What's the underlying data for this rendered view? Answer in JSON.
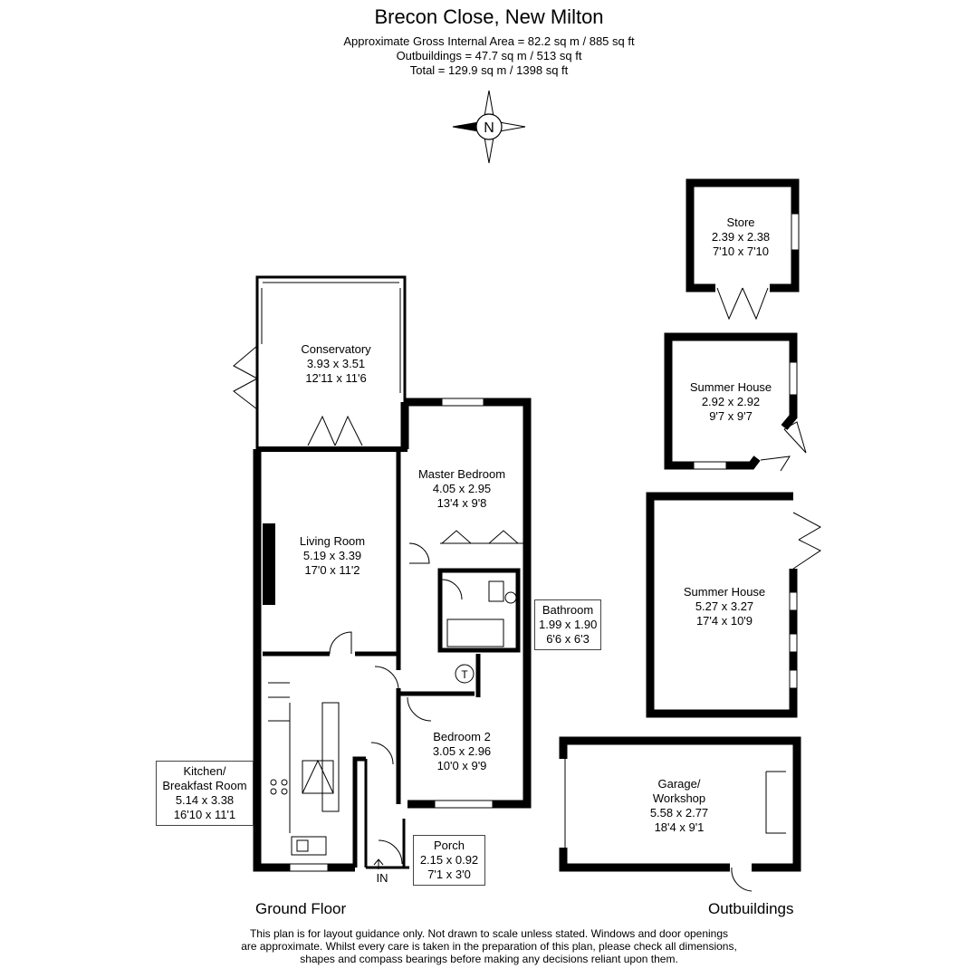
{
  "header": {
    "title": "Brecon Close, New Milton",
    "area_line": "Approximate Gross Internal Area = 82.2 sq m / 885 sq ft",
    "outbuildings_line": "Outbuildings = 47.7 sq m / 513 sq ft",
    "total_line": "Total = 129.9 sq m / 1398 sq ft"
  },
  "compass": {
    "letter": "N",
    "icon": "compass-rose-icon"
  },
  "rooms": {
    "conservatory": {
      "name": "Conservatory",
      "metric": "3.93 x 3.51",
      "imperial": "12'11 x 11'6"
    },
    "master_bedroom": {
      "name": "Master Bedroom",
      "metric": "4.05 x 2.95",
      "imperial": "13'4 x 9'8"
    },
    "living_room": {
      "name": "Living Room",
      "metric": "5.19 x 3.39",
      "imperial": "17'0 x 11'2"
    },
    "bathroom": {
      "name": "Bathroom",
      "metric": "1.99 x 1.90",
      "imperial": "6'6 x 6'3"
    },
    "bedroom2": {
      "name": "Bedroom 2",
      "metric": "3.05 x 2.96",
      "imperial": "10'0 x 9'9"
    },
    "kitchen": {
      "name1": "Kitchen/",
      "name2": "Breakfast Room",
      "metric": "5.14 x 3.38",
      "imperial": "16'10 x 11'1"
    },
    "porch": {
      "name": "Porch",
      "metric": "2.15 x 0.92",
      "imperial": "7'1 x 3'0"
    },
    "store": {
      "name": "Store",
      "metric": "2.39 x 2.38",
      "imperial": "7'10 x 7'10"
    },
    "summer_house_small": {
      "name": "Summer House",
      "metric": "2.92 x 2.92",
      "imperial": "9'7 x 9'7"
    },
    "summer_house_large": {
      "name": "Summer House",
      "metric": "5.27 x 3.27",
      "imperial": "17'4 x 10'9"
    },
    "garage": {
      "name1": "Garage/",
      "name2": "Workshop",
      "metric": "5.58 x 2.77",
      "imperial": "18'4 x 9'1"
    }
  },
  "markers": {
    "entrance": "IN",
    "cupboard": "T"
  },
  "sections": {
    "ground_floor": "Ground Floor",
    "outbuildings": "Outbuildings"
  },
  "disclaimer": {
    "line1": "This plan is for layout guidance only. Not drawn to scale unless stated. Windows and door openings",
    "line2": "are approximate. Whilst every care is taken in the preparation of this plan, please check all dimensions,",
    "line3": "shapes and compass bearings before making any decisions reliant upon them."
  },
  "colors": {
    "wall": "#000000",
    "label_box_border": "#444444"
  }
}
